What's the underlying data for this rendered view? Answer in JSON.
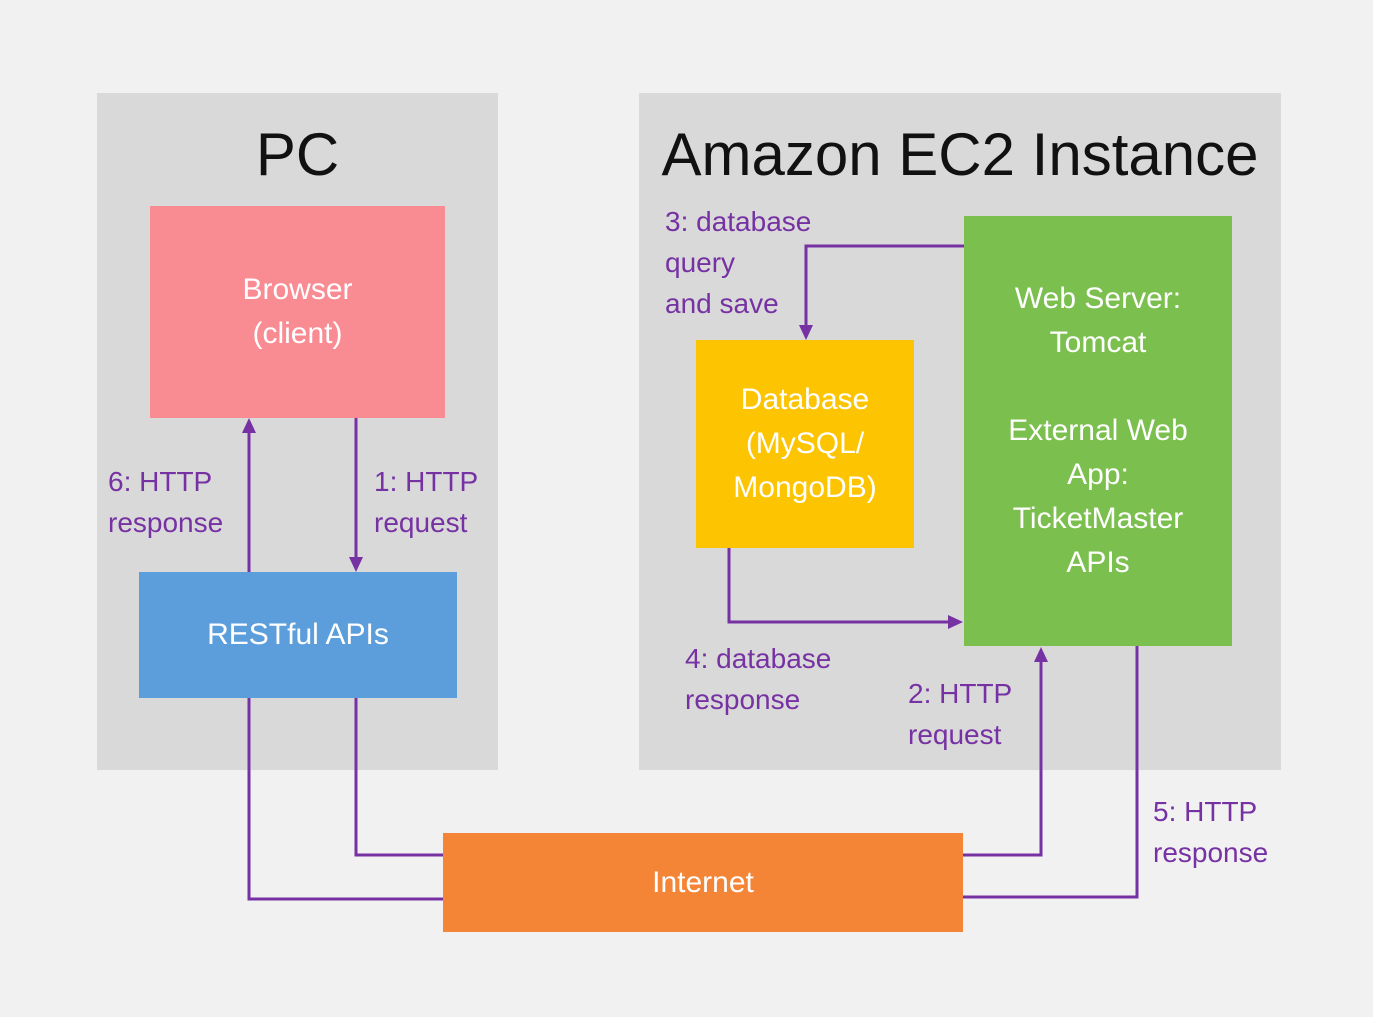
{
  "colors": {
    "background": "#F1F1F1",
    "container": "#D9D9D9",
    "browser_box": "#F98B93",
    "restful_box": "#5B9EDB",
    "database_box": "#FCC401",
    "webserver_box": "#7BBF4E",
    "internet_box": "#F58536",
    "arrow": "#7631A3",
    "title_text": "#111111",
    "box_text": "#FFFFFF"
  },
  "containers": {
    "pc": {
      "title": "PC"
    },
    "ec2": {
      "title": "Amazon EC2 Instance"
    }
  },
  "nodes": {
    "browser": {
      "label": "Browser\n(client)"
    },
    "restful": {
      "label": "RESTful APIs"
    },
    "database": {
      "label": "Database\n(MySQL/\nMongoDB)"
    },
    "webserver": {
      "label": "Web Server:\nTomcat\n\nExternal Web\nApp:\nTicketMaster\nAPIs"
    },
    "internet": {
      "label": "Internet"
    }
  },
  "edge_labels": {
    "e1": "1: HTTP\nrequest",
    "e2": "2: HTTP\nrequest",
    "e3": "3: database\nquery\nand save",
    "e4": "4: database\nresponse",
    "e5": "5: HTTP\nresponse",
    "e6": "6: HTTP\nresponse"
  }
}
